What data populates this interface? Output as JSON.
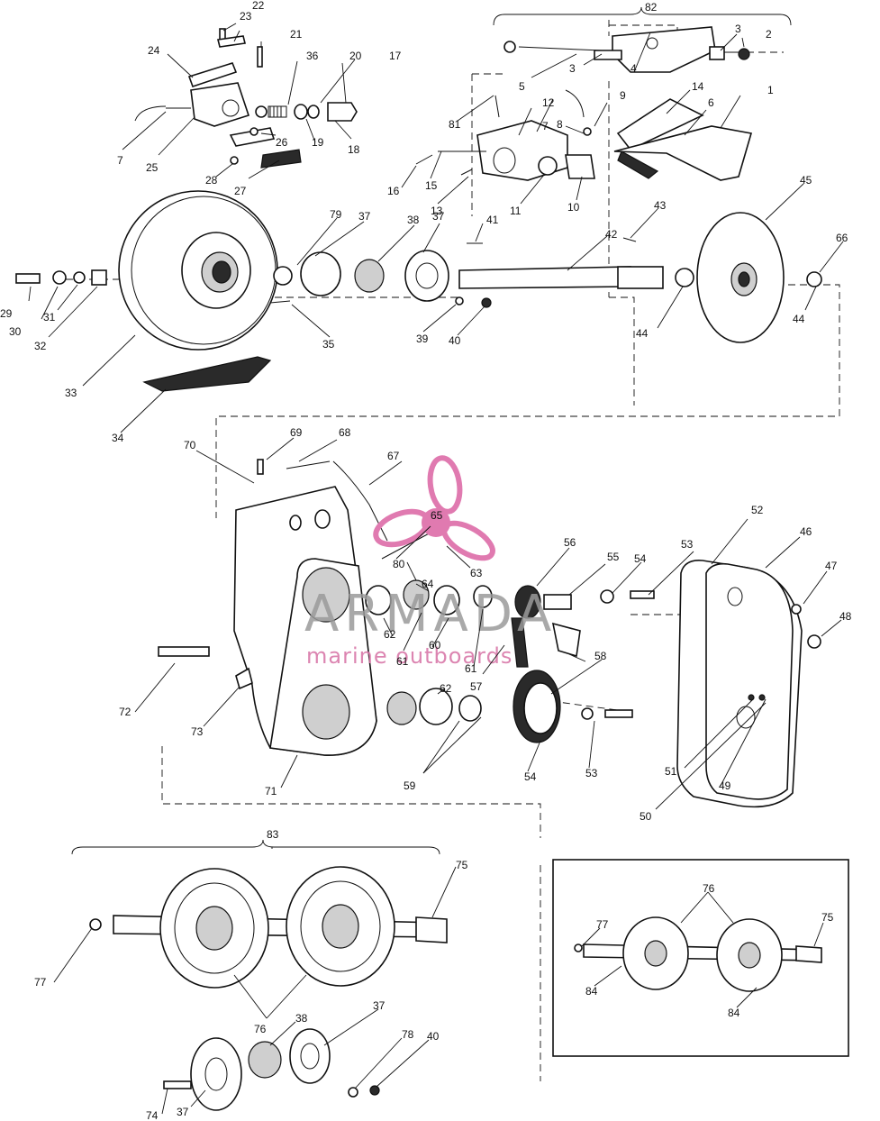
{
  "watermark": {
    "brand": "ARMADA",
    "tagline": "marine outboards",
    "color_pink": "#e07ab0",
    "color_grey": "#9a9a9a"
  },
  "callouts": [
    {
      "id": "c1",
      "text": "1"
    },
    {
      "id": "c2",
      "text": "2"
    },
    {
      "id": "c3a",
      "text": "3"
    },
    {
      "id": "c3b",
      "text": "3"
    },
    {
      "id": "c4",
      "text": "4"
    },
    {
      "id": "c5",
      "text": "5"
    },
    {
      "id": "c6",
      "text": "6"
    },
    {
      "id": "c7a",
      "text": "7"
    },
    {
      "id": "c7b",
      "text": "7"
    },
    {
      "id": "c8",
      "text": "8"
    },
    {
      "id": "c9",
      "text": "9"
    },
    {
      "id": "c10",
      "text": "10"
    },
    {
      "id": "c11",
      "text": "11"
    },
    {
      "id": "c12",
      "text": "12"
    },
    {
      "id": "c13",
      "text": "13"
    },
    {
      "id": "c14",
      "text": "14"
    },
    {
      "id": "c15",
      "text": "15"
    },
    {
      "id": "c16",
      "text": "16"
    },
    {
      "id": "c17",
      "text": "17"
    },
    {
      "id": "c18",
      "text": "18"
    },
    {
      "id": "c19",
      "text": "19"
    },
    {
      "id": "c20",
      "text": "20"
    },
    {
      "id": "c21",
      "text": "21"
    },
    {
      "id": "c22",
      "text": "22"
    },
    {
      "id": "c23",
      "text": "23"
    },
    {
      "id": "c24",
      "text": "24"
    },
    {
      "id": "c25",
      "text": "25"
    },
    {
      "id": "c26",
      "text": "26"
    },
    {
      "id": "c27",
      "text": "27"
    },
    {
      "id": "c28",
      "text": "28"
    },
    {
      "id": "c29",
      "text": "29"
    },
    {
      "id": "c30",
      "text": "30"
    },
    {
      "id": "c31",
      "text": "31"
    },
    {
      "id": "c32",
      "text": "32"
    },
    {
      "id": "c33",
      "text": "33"
    },
    {
      "id": "c34",
      "text": "34"
    },
    {
      "id": "c35",
      "text": "35"
    },
    {
      "id": "c36",
      "text": "36"
    },
    {
      "id": "c37a",
      "text": "37"
    },
    {
      "id": "c37b",
      "text": "37"
    },
    {
      "id": "c38",
      "text": "38"
    },
    {
      "id": "c39",
      "text": "39"
    },
    {
      "id": "c40",
      "text": "40"
    },
    {
      "id": "c41",
      "text": "41"
    },
    {
      "id": "c42",
      "text": "42"
    },
    {
      "id": "c43",
      "text": "43"
    },
    {
      "id": "c44a",
      "text": "44"
    },
    {
      "id": "c44b",
      "text": "44"
    },
    {
      "id": "c45",
      "text": "45"
    },
    {
      "id": "c66",
      "text": "66"
    },
    {
      "id": "c79",
      "text": "79"
    },
    {
      "id": "c81",
      "text": "81"
    },
    {
      "id": "c82",
      "text": "82"
    },
    {
      "id": "c46",
      "text": "46"
    },
    {
      "id": "c47",
      "text": "47"
    },
    {
      "id": "c48",
      "text": "48"
    },
    {
      "id": "c49",
      "text": "49"
    },
    {
      "id": "c50",
      "text": "50"
    },
    {
      "id": "c51",
      "text": "51"
    },
    {
      "id": "c52",
      "text": "52"
    },
    {
      "id": "c53a",
      "text": "53"
    },
    {
      "id": "c53b",
      "text": "53"
    },
    {
      "id": "c54a",
      "text": "54"
    },
    {
      "id": "c54b",
      "text": "54"
    },
    {
      "id": "c55",
      "text": "55"
    },
    {
      "id": "c56",
      "text": "56"
    },
    {
      "id": "c57",
      "text": "57"
    },
    {
      "id": "c58",
      "text": "58"
    },
    {
      "id": "c59",
      "text": "59"
    },
    {
      "id": "c60",
      "text": "60"
    },
    {
      "id": "c61a",
      "text": "61"
    },
    {
      "id": "c61b",
      "text": "61"
    },
    {
      "id": "c62a",
      "text": "62"
    },
    {
      "id": "c62b",
      "text": "62"
    },
    {
      "id": "c63",
      "text": "63"
    },
    {
      "id": "c64",
      "text": "64"
    },
    {
      "id": "c65",
      "text": "65"
    },
    {
      "id": "c67",
      "text": "67"
    },
    {
      "id": "c68",
      "text": "68"
    },
    {
      "id": "c69",
      "text": "69"
    },
    {
      "id": "c70",
      "text": "70"
    },
    {
      "id": "c71",
      "text": "71"
    },
    {
      "id": "c72",
      "text": "72"
    },
    {
      "id": "c73",
      "text": "73"
    },
    {
      "id": "c80",
      "text": "80"
    },
    {
      "id": "c83",
      "text": "83"
    },
    {
      "id": "c75a",
      "text": "75"
    },
    {
      "id": "c76a",
      "text": "76"
    },
    {
      "id": "c77a",
      "text": "77"
    },
    {
      "id": "c37c",
      "text": "37"
    },
    {
      "id": "c37d",
      "text": "37"
    },
    {
      "id": "c38b",
      "text": "38"
    },
    {
      "id": "c74",
      "text": "74"
    },
    {
      "id": "c78",
      "text": "78"
    },
    {
      "id": "c40b",
      "text": "40"
    },
    {
      "id": "c76b",
      "text": "76"
    },
    {
      "id": "c77b",
      "text": "77"
    },
    {
      "id": "c75b",
      "text": "75"
    },
    {
      "id": "c84a",
      "text": "84"
    },
    {
      "id": "c84b",
      "text": "84"
    }
  ]
}
